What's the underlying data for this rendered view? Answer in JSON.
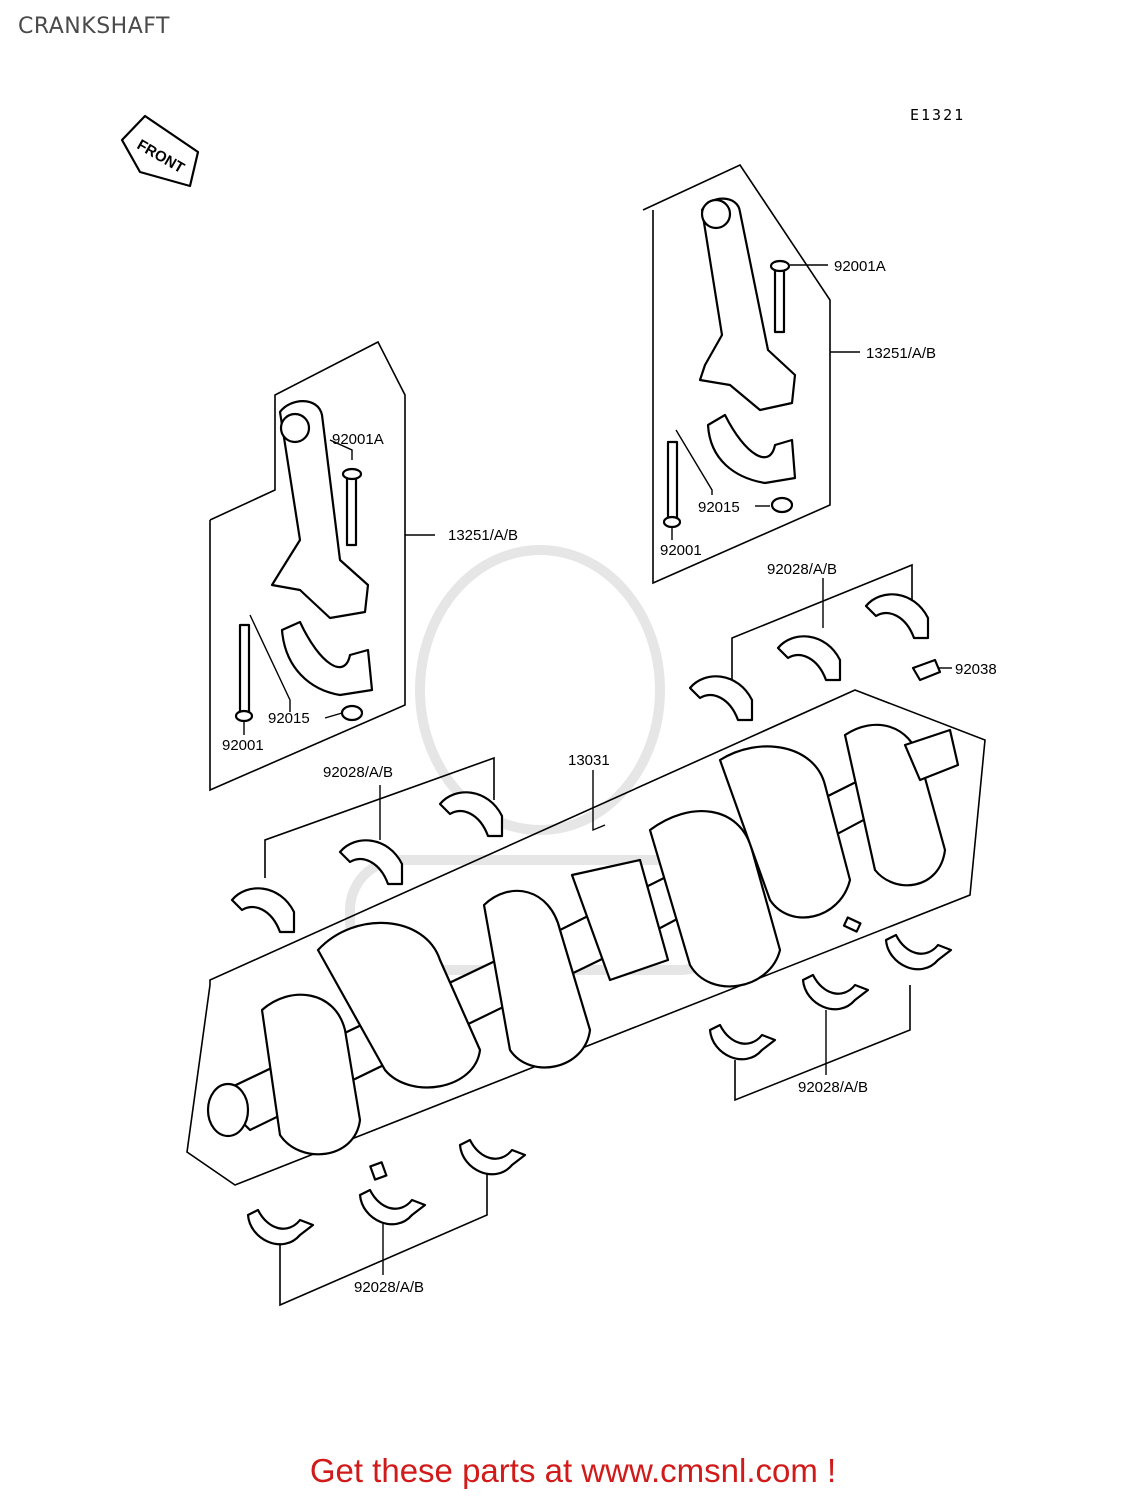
{
  "page": {
    "title": "CRANKSHAFT",
    "diagram_code": "E1321",
    "front_label": "FRONT",
    "footer": "Get these parts at www.cmsnl.com !"
  },
  "callouts": {
    "rod_left_bolt_top": "92001A",
    "rod_left_assembly": "13251/A/B",
    "rod_left_nut": "92015",
    "rod_left_bolt": "92001",
    "rod_right_bolt_top": "92001A",
    "rod_right_assembly": "13251/A/B",
    "rod_right_nut": "92015",
    "rod_right_bolt": "92001",
    "bearings_upper_right": "92028/A/B",
    "key": "92038",
    "crankshaft": "13031",
    "bearings_upper_left": "92028/A/B",
    "bearings_lower_right": "92028/A/B",
    "bearings_lower_left": "92028/A/B"
  }
}
